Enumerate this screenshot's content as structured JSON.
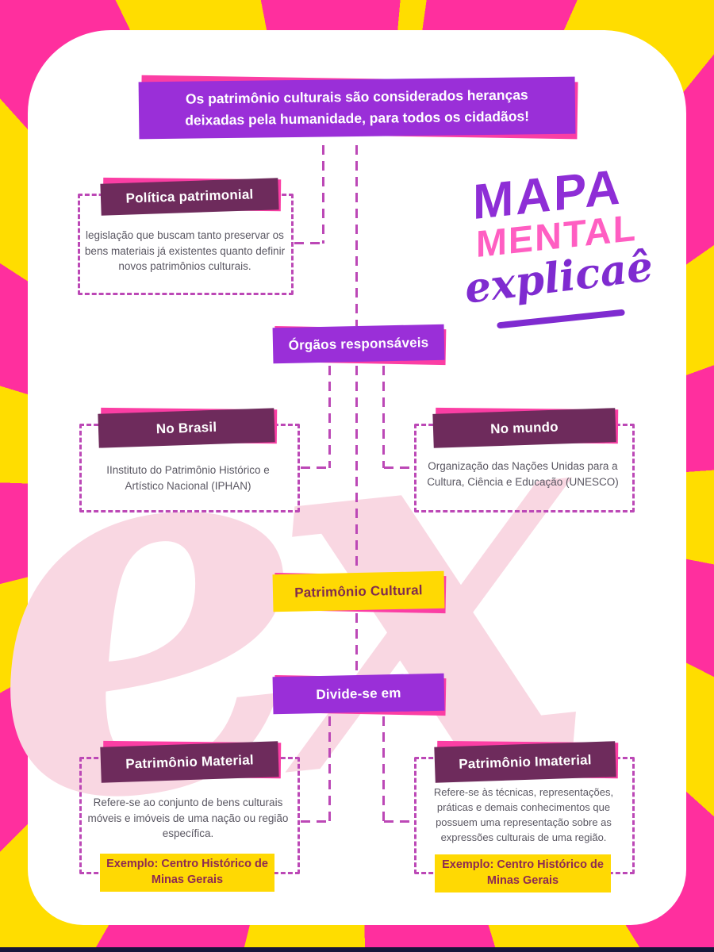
{
  "header": {
    "text": "Os patrimônio culturais são considerados heranças deixadas pela humanidade, para todos os cidadãos!"
  },
  "logo": {
    "word1": "MAPA",
    "word2": "MENTAL",
    "word3": "explicaê"
  },
  "watermark": {
    "text": "ex"
  },
  "nodes": {
    "politica_patrimonial": {
      "title": "Política patrimonial",
      "description": "legislação que buscam tanto preservar os bens materiais já existentes quanto definir novos patrimônios culturais."
    },
    "orgaos_responsaveis": {
      "title": "Órgãos responsáveis"
    },
    "no_brasil": {
      "title": "No Brasil",
      "description": "IInstituto do Patrimônio Histórico e Artístico Nacional (IPHAN)"
    },
    "no_mundo": {
      "title": "No mundo",
      "description": "Organização das Nações Unidas para a Cultura, Ciência e Educação (UNESCO)"
    },
    "patrimonio_cultural": {
      "title": "Patrimônio Cultural"
    },
    "divide_se_em": {
      "title": "Divide-se em"
    },
    "patrimonio_material": {
      "title": "Patrimônio Material",
      "description": "Refere-se ao conjunto de bens culturais móveis e imóveis de uma nação ou região específica.",
      "example": "Exemplo: Centro Histórico de Minas Gerais"
    },
    "patrimonio_imaterial": {
      "title": "Patrimônio Imaterial",
      "description": "Refere-se às técnicas, representações, práticas e demais conhecimentos que possuem uma representação sobre as expressões culturais de uma região.",
      "example": "Exemplo: Centro Histórico de Minas Gerais"
    }
  },
  "colors": {
    "background_pink": "#ff2f9e",
    "ray_yellow": "#ffdd00",
    "purple_box": "#9a2fd8",
    "plum_box": "#6e2b5c",
    "yellow_box": "#ffd903",
    "accent_pink_shadow": "#fb3ea4",
    "dashed_connector": "#bc48b6",
    "body_text": "#5a5762",
    "maroon_text": "#8d2a52",
    "logo_purple": "#8e2ed6",
    "logo_pink": "#ff5ec2",
    "watermark_pink": "#f9d7e2"
  }
}
